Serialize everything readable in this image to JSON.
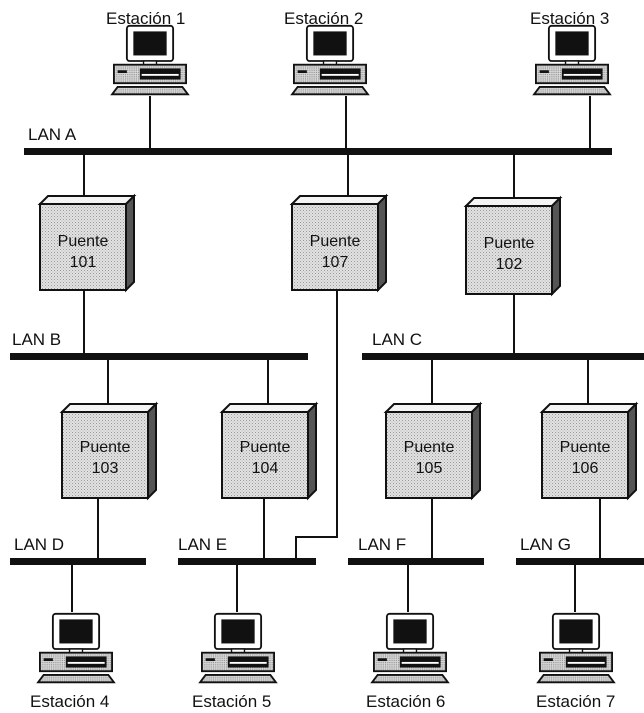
{
  "stations": [
    {
      "label": "Estación 1"
    },
    {
      "label": "Estación 2"
    },
    {
      "label": "Estación 3"
    },
    {
      "label": "Estación 4"
    },
    {
      "label": "Estación 5"
    },
    {
      "label": "Estación 6"
    },
    {
      "label": "Estación 7"
    }
  ],
  "lans": [
    {
      "label": "LAN A"
    },
    {
      "label": "LAN B"
    },
    {
      "label": "LAN C"
    },
    {
      "label": "LAN D"
    },
    {
      "label": "LAN E"
    },
    {
      "label": "LAN F"
    },
    {
      "label": "LAN G"
    }
  ],
  "bridges": [
    {
      "word": "Puente",
      "id": "101"
    },
    {
      "word": "Puente",
      "id": "107"
    },
    {
      "word": "Puente",
      "id": "102"
    },
    {
      "word": "Puente",
      "id": "103"
    },
    {
      "word": "Puente",
      "id": "104"
    },
    {
      "word": "Puente",
      "id": "105"
    },
    {
      "word": "Puente",
      "id": "106"
    }
  ]
}
